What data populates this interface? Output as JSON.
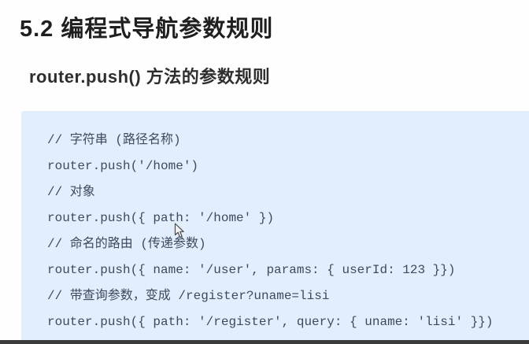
{
  "document": {
    "section_title": "5.2 编程式导航参数规则",
    "subtitle": "router.push() 方法的参数规则"
  },
  "code_block": {
    "lines": [
      "// 字符串 (路径名称)",
      "router.push('/home')",
      "// 对象",
      "router.push({ path: '/home' })",
      "// 命名的路由 (传递参数)",
      "router.push({ name: '/user', params: { userId: 123 }})",
      "// 带查询参数，变成 /register?uname=lisi",
      "router.push({ path: '/register', query: { uname: 'lisi' }})"
    ]
  },
  "colors": {
    "code_background": "#e3eefc",
    "code_text": "#3d4a5e",
    "title_text": "#1f1f1f",
    "bottom_bar": "#3b3b3b"
  },
  "cursor": {
    "icon": "arrow-cursor"
  }
}
